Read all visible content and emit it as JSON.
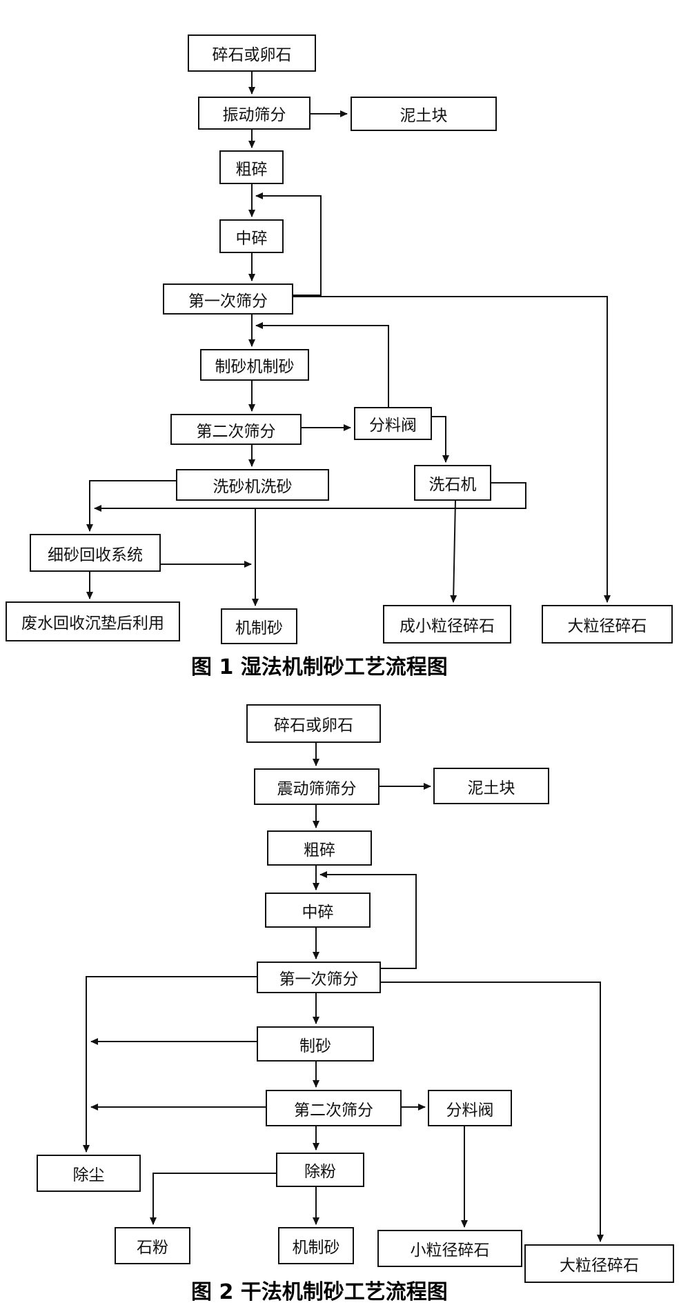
{
  "fig1": {
    "caption": "图 1  湿法机制砂工艺流程图",
    "nodes": {
      "raw": "碎石或卵石",
      "vibrate": "振动筛分",
      "mud": "泥土块",
      "coarse": "粗碎",
      "medium": "中碎",
      "screen1": "第一次筛分",
      "sandmaker": "制砂机制砂",
      "screen2": "第二次筛分",
      "valve": "分料阀",
      "washer": "洗砂机洗砂",
      "stonewash": "洗石机",
      "fine": "细砂回收系统",
      "waste": "废水回收沉垫后利用",
      "sand": "机制砂",
      "small": "成小粒径碎石",
      "large": "大粒径碎石"
    }
  },
  "fig2": {
    "caption": "图 2  干法机制砂工艺流程图",
    "nodes": {
      "raw": "碎石或卵石",
      "vibrate": "震动筛筛分",
      "mud": "泥土块",
      "coarse": "粗碎",
      "medium": "中碎",
      "screen1": "第一次筛分",
      "sandmaker": "制砂",
      "screen2": "第二次筛分",
      "valve": "分料阀",
      "dust": "除尘",
      "depowder": "除粉",
      "powder": "石粉",
      "sand": "机制砂",
      "small": "小粒径碎石",
      "large": "大粒径碎石"
    }
  }
}
